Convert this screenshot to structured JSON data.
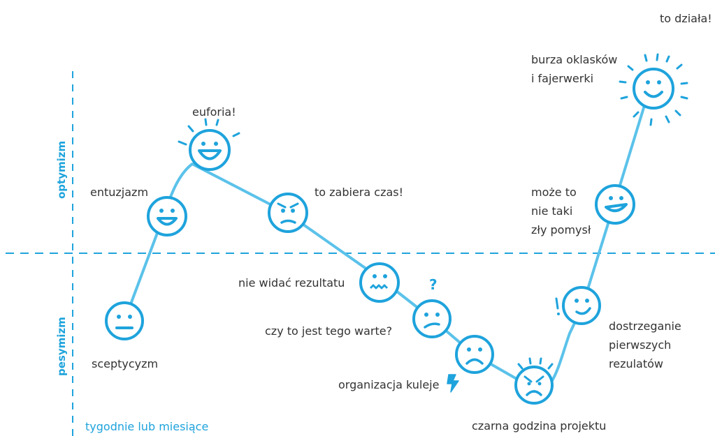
{
  "header_note": "to działa!",
  "axis": {
    "optimism_label": "optymizm",
    "pessimism_label": "pesymizm",
    "time_label": "tygodnie lub miesiące"
  },
  "stages": [
    {
      "id": "sceptycyzm",
      "lines": [
        "sceptycyzm"
      ],
      "mood": "neutral"
    },
    {
      "id": "entuzjazm",
      "lines": [
        "entuzjazm"
      ],
      "mood": "happy"
    },
    {
      "id": "euforia",
      "lines": [
        "euforia!"
      ],
      "mood": "ecstatic"
    },
    {
      "id": "to-zabiera-czas",
      "lines": [
        "to zabiera czas!"
      ],
      "mood": "annoyed"
    },
    {
      "id": "nie-widac-rezultatu",
      "lines": [
        "nie widać rezultatu"
      ],
      "mood": "worried"
    },
    {
      "id": "czy-to-jest-tego-warte",
      "lines": [
        "czy to jest tego warte?"
      ],
      "mood": "doubtful"
    },
    {
      "id": "organizacja-kuleje",
      "lines": [
        "organizacja kuleje"
      ],
      "mood": "sad"
    },
    {
      "id": "czarna-godzina",
      "lines": [
        "czarna godzina projektu"
      ],
      "mood": "despair"
    },
    {
      "id": "dostrzeganie",
      "lines": [
        "dostrzeganie",
        "pierwszych",
        "rezulatów"
      ],
      "mood": "smile"
    },
    {
      "id": "moze-to",
      "lines": [
        "może to",
        "nie taki",
        "zły pomysł"
      ],
      "mood": "grin"
    },
    {
      "id": "burza",
      "lines": [
        "burza oklasków",
        "i fajerwerki"
      ],
      "mood": "radiant"
    }
  ],
  "colors": {
    "accent": "#1ea3dc",
    "curve": "#5bc2ea",
    "text": "#333333"
  }
}
